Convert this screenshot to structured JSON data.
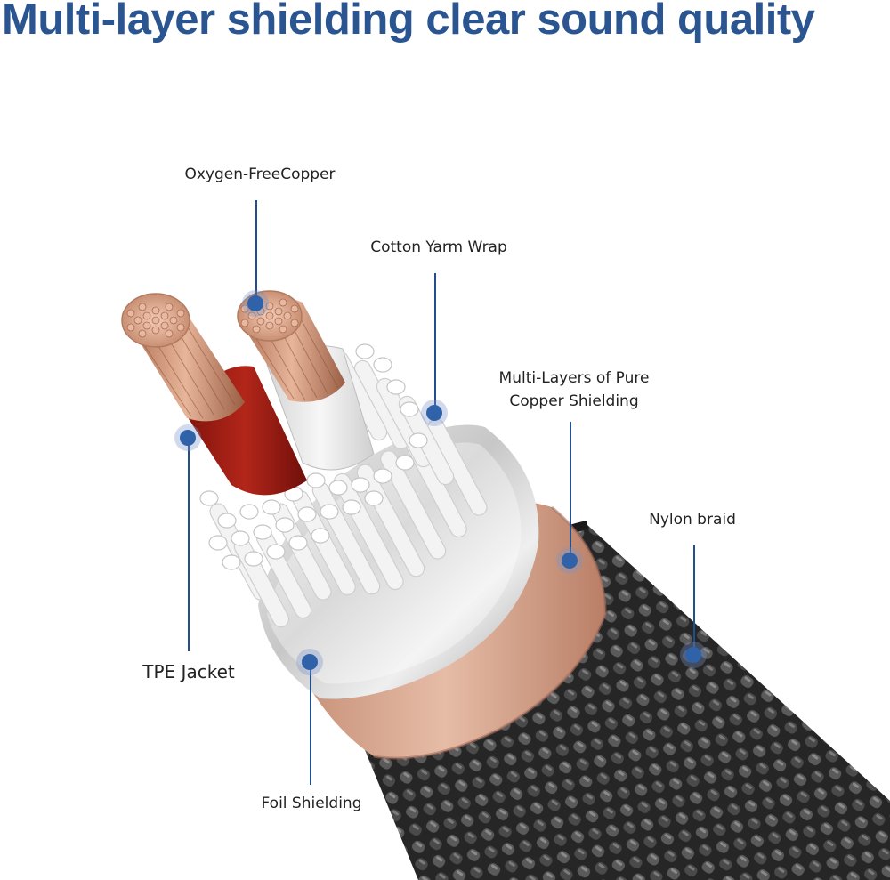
{
  "title": "Multi-layer shielding clear sound quality",
  "labels": {
    "oxygen_free_copper": "Oxygen-FreeCopper",
    "cotton_yarn_wrap": "Cotton Yarm Wrap",
    "copper_shielding_line1": "Multi-Layers of Pure",
    "copper_shielding_line2": "Copper Shielding",
    "nylon_braid": "Nylon braid",
    "tpe_jacket": "TPE Jacket",
    "foil_shielding": "Foil Shielding"
  },
  "colors": {
    "title": "#2b5590",
    "marker": "#2f62a8",
    "leader": "#1f4f8f",
    "copper": "#d9a284",
    "red_insulation": "#a51d14",
    "white_insulation": "#eeeeee",
    "foil": "#c9c9c9",
    "copper_shield": "#d8a891",
    "braid": "#2a2a2a"
  }
}
